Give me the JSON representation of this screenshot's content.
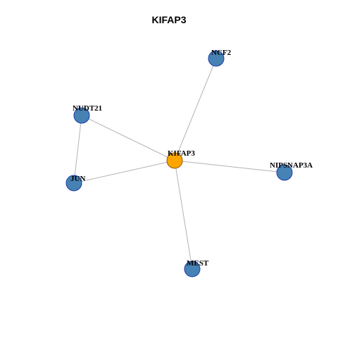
{
  "title": "KIFAP3",
  "colors": {
    "center_fill": "#FFA500",
    "center_stroke": "#8a5a00",
    "neighbor_fill": "#4682B4",
    "neighbor_stroke": "#1e3ca8",
    "edge": "#b3b3b3"
  },
  "nodes": [
    {
      "id": "KIFAP3",
      "label": "KIFAP3",
      "role": "center"
    },
    {
      "id": "NCF2",
      "label": "NCF2",
      "role": "neighbor"
    },
    {
      "id": "NUDT21",
      "label": "NUDT21",
      "role": "neighbor"
    },
    {
      "id": "JUN",
      "label": "JUN",
      "role": "neighbor"
    },
    {
      "id": "NIPSNAP3A",
      "label": "NIPSNAP3A",
      "role": "neighbor"
    },
    {
      "id": "MEST",
      "label": "MEST",
      "role": "neighbor"
    }
  ],
  "edges": [
    [
      "KIFAP3",
      "NCF2"
    ],
    [
      "KIFAP3",
      "NUDT21"
    ],
    [
      "KIFAP3",
      "JUN"
    ],
    [
      "KIFAP3",
      "NIPSNAP3A"
    ],
    [
      "KIFAP3",
      "MEST"
    ],
    [
      "NUDT21",
      "JUN"
    ]
  ]
}
